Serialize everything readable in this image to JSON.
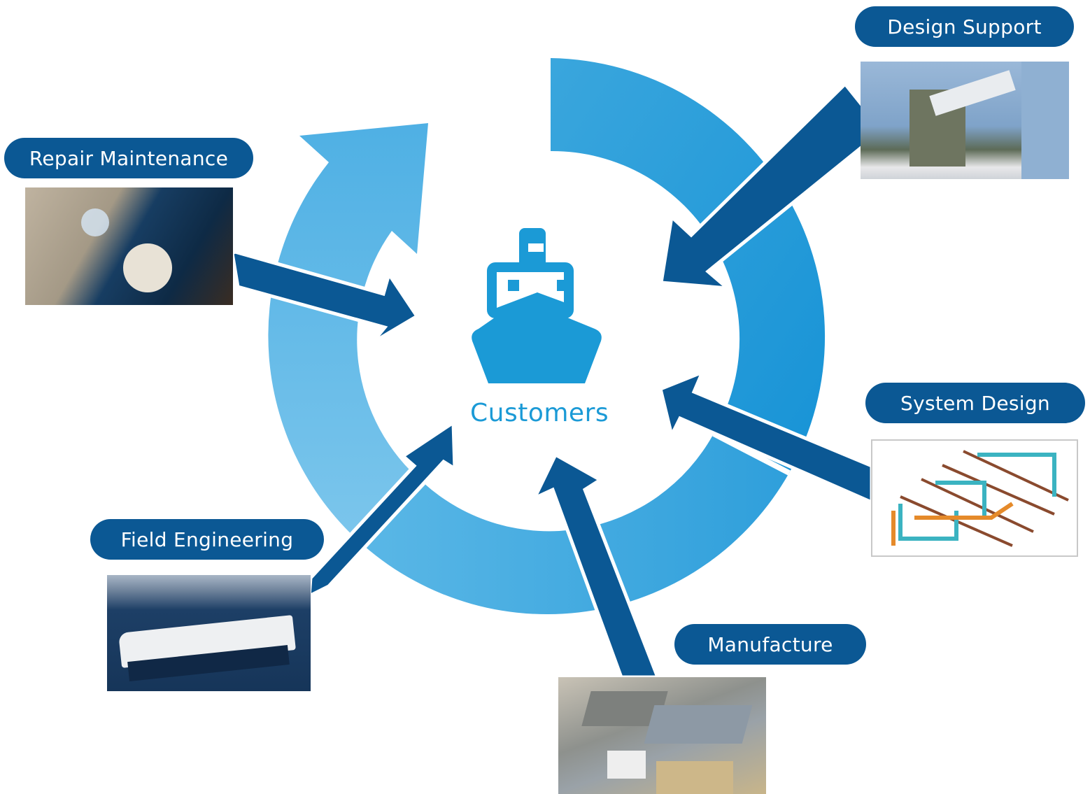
{
  "center": {
    "label": "Customers",
    "icon": "ship-icon"
  },
  "colors": {
    "cycle_light": "#6ec0ea",
    "cycle_dark": "#1b9ad6",
    "arrow_dark": "#0b5894",
    "pill_bg": "#0b5894",
    "pill_text": "#ffffff",
    "center_text": "#1b9ad6"
  },
  "services": [
    {
      "label": "Design Support",
      "photo": "engineers-reviewing-drawings-photo"
    },
    {
      "label": "Repair Maintenance",
      "photo": "welding-repair-photo"
    },
    {
      "label": "System Design",
      "photo": "3d-piping-model-photo"
    },
    {
      "label": "Field Engineering",
      "photo": "car-carrier-ship-photo"
    },
    {
      "label": "Manufacture",
      "photo": "factory-aerial-photo"
    }
  ]
}
